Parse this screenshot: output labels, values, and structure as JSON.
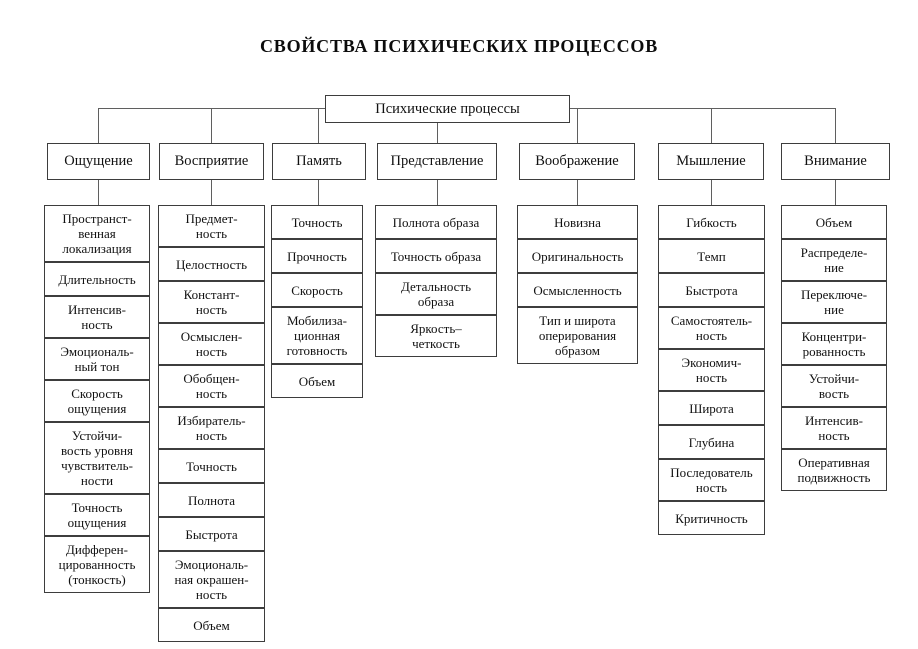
{
  "title": "СВОЙСТВА ПСИХИЧЕСКИХ ПРОЦЕССОВ",
  "root": {
    "label": "Психические процессы"
  },
  "colors": {
    "border": "#3d3d3d",
    "connector": "#5f5f5f",
    "text": "#111111",
    "background": "#ffffff"
  },
  "columns": [
    {
      "header": "Ощущение",
      "items": [
        "Пространст-\nвенная\nлокализация",
        "Длительность",
        "Интенсив-\nность",
        "Эмоциональ-\nный тон",
        "Скорость\nощущения",
        "Устойчи-\nвость уровня\nчувствитель-\nности",
        "Точность\nощущения",
        "Дифферен-\nцированность\n(тонкость)"
      ]
    },
    {
      "header": "Восприятие",
      "items": [
        "Предмет-\nность",
        "Целостность",
        "Констант-\nность",
        "Осмыслен-\nность",
        "Обобщен-\nность",
        "Избиратель-\nность",
        "Точность",
        "Полнота",
        "Быстрота",
        "Эмоциональ-\nная окрашен-\nность",
        "Объем"
      ]
    },
    {
      "header": "Память",
      "items": [
        "Точность",
        "Прочность",
        "Скорость",
        "Мобилиза-\nционная\nготовность",
        "Объем"
      ]
    },
    {
      "header": "Представление",
      "items": [
        "Полнота образа",
        "Точность образа",
        "Детальность\nобраза",
        "Яркость–\nчеткость"
      ]
    },
    {
      "header": "Воображение",
      "items": [
        "Новизна",
        "Оригинальность",
        "Осмысленность",
        "Тип и широта\nоперирования\nобразом"
      ]
    },
    {
      "header": "Мышление",
      "items": [
        "Гибкость",
        "Темп",
        "Быстрота",
        "Самостоятель-\nность",
        "Экономич-\nность",
        "Широта",
        "Глубина",
        "Последователь\nность",
        "Критичность"
      ]
    },
    {
      "header": "Внимание",
      "items": [
        "Объем",
        "Распределе-\nние",
        "Переключе-\nние",
        "Концентри-\nрованность",
        "Устойчи-\nвость",
        "Интенсив-\nность",
        "Оперативная\nподвижность"
      ]
    }
  ]
}
